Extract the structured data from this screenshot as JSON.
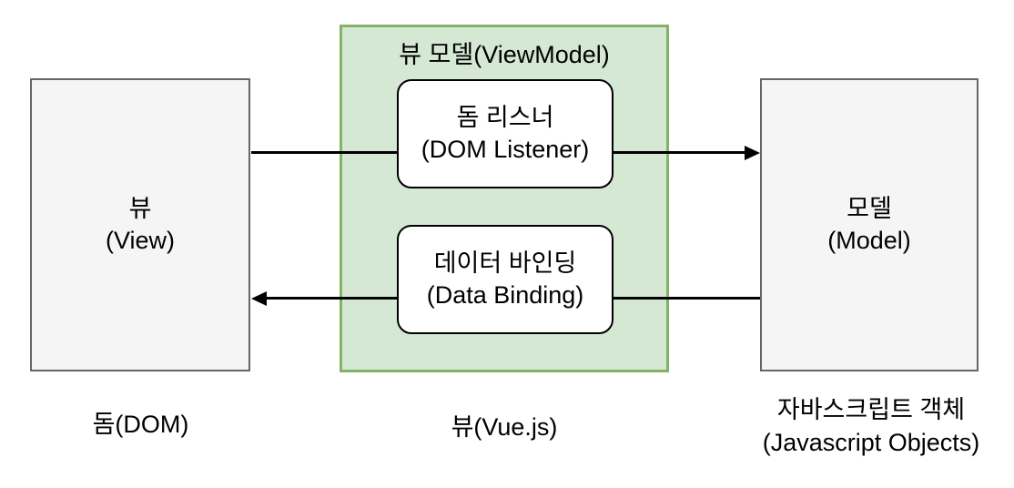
{
  "diagram": {
    "type": "architecture-diagram",
    "topic": "Vue.js MVVM pattern"
  },
  "colors": {
    "background": "#ffffff",
    "viewmodel_fill": "#d5e8d4",
    "viewmodel_border": "#82b366",
    "side_box_fill": "#f5f5f5",
    "side_box_border": "#666666",
    "node_fill": "#ffffff",
    "node_border": "#000000",
    "arrow": "#000000",
    "text": "#000000"
  },
  "view": {
    "line1": "뷰",
    "line2": "(View)",
    "caption": "돔(DOM)"
  },
  "viewmodel": {
    "label": "뷰 모델(ViewModel)",
    "caption": "뷰(Vue.js)",
    "dom_listener": {
      "line1": "돔 리스너",
      "line2": "(DOM Listener)"
    },
    "data_binding": {
      "line1": "데이터 바인딩",
      "line2": "(Data Binding)"
    }
  },
  "model": {
    "line1": "모델",
    "line2": "(Model)",
    "caption_line1": "자바스크립트 객체",
    "caption_line2": "(Javascript Objects)"
  },
  "arrows": [
    {
      "name": "view-to-model",
      "from": "View",
      "to": "Model",
      "via": "DOM Listener",
      "direction": "right"
    },
    {
      "name": "model-to-view",
      "from": "Model",
      "to": "View",
      "via": "Data Binding",
      "direction": "left"
    }
  ]
}
